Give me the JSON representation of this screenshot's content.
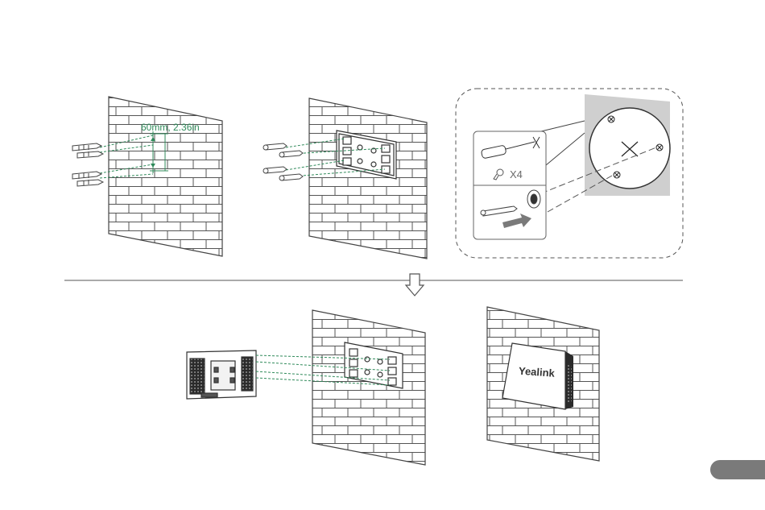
{
  "figure": {
    "dimension_label": "60mm, 2.36in",
    "quantity_label": "X4",
    "brand": "Yealink"
  },
  "colors": {
    "line": "#555555",
    "guide": "#2f8a5a",
    "gray_panel": "#cfcfcf",
    "device_dark": "#2b2b2b",
    "page_tab": "#7a7a7a"
  },
  "icons": [
    "wall-anchor-icon",
    "screwdriver-icon",
    "screw-icon",
    "arrow-icon",
    "down-arrow-icon"
  ]
}
